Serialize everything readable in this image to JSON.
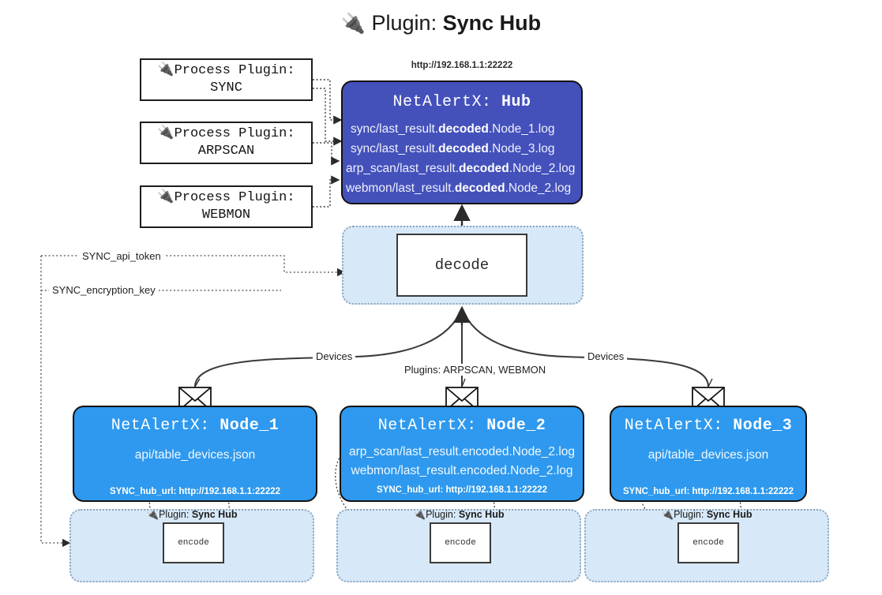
{
  "title": {
    "icon": "plug-icon",
    "prefix": "Plugin:",
    "name": "Sync Hub"
  },
  "process_plugins": [
    {
      "icon": "plug-icon",
      "line1": "Process Plugin:",
      "line2": "SYNC"
    },
    {
      "icon": "plug-icon",
      "line1": "Process Plugin:",
      "line2": "ARPSCAN"
    },
    {
      "icon": "plug-icon",
      "line1": "Process Plugin:",
      "line2": "WEBMON"
    }
  ],
  "hub": {
    "url": "http://192.168.1.1:22222",
    "title_prefix": "NetAlertX:",
    "title_name": "Hub",
    "logs": [
      {
        "pre": "sync/last_result.",
        "mid": "decoded",
        "post": ".Node_1.log"
      },
      {
        "pre": "sync/last_result.",
        "mid": "decoded",
        "post": ".Node_3.log"
      },
      {
        "pre": "arp_scan/last_result.",
        "mid": "decoded",
        "post": ".Node_2.log"
      },
      {
        "pre": "webmon/last_result.",
        "mid": "decoded",
        "post": ".Node_2.log"
      }
    ]
  },
  "decode": {
    "label": "decode"
  },
  "secrets": [
    {
      "label": "SYNC_api_token"
    },
    {
      "label": "SYNC_encryption_key"
    }
  ],
  "edge_labels": {
    "devices_left": "Devices",
    "devices_right": "Devices",
    "plugins_center": "Plugins: ARPSCAN, WEBMON"
  },
  "nodes": [
    {
      "icon": "envelope-icon",
      "title_prefix": "NetAlertX:",
      "title_name": "Node_1",
      "lines": [
        "api/table_devices.json"
      ],
      "footer": "SYNC_hub_url: http://192.168.1.1:22222"
    },
    {
      "icon": "envelope-icon",
      "title_prefix": "NetAlertX:",
      "title_name": "Node_2",
      "lines": [
        "arp_scan/last_result.encoded.Node_2.log",
        "webmon/last_result.encoded.Node_2.log"
      ],
      "footer": "SYNC_hub_url: http://192.168.1.1:22222"
    },
    {
      "icon": "envelope-icon",
      "title_prefix": "NetAlertX:",
      "title_name": "Node_3",
      "lines": [
        "api/table_devices.json"
      ],
      "footer": "SYNC_hub_url: http://192.168.1.1:22222"
    }
  ],
  "encoders": [
    {
      "caption_icon": "plug-icon",
      "caption_prefix": "Plugin:",
      "caption_name": "Sync Hub",
      "label": "encode"
    },
    {
      "caption_icon": "plug-icon",
      "caption_prefix": "Plugin:",
      "caption_name": "Sync Hub",
      "label": "encode"
    },
    {
      "caption_icon": "plug-icon",
      "caption_prefix": "Plugin:",
      "caption_name": "Sync Hub",
      "label": "encode"
    }
  ],
  "colors": {
    "hub_bg": "#4451bb",
    "node_bg": "#2e99ee",
    "container_bg": "#d7e8f8",
    "stroke": "#121212"
  }
}
